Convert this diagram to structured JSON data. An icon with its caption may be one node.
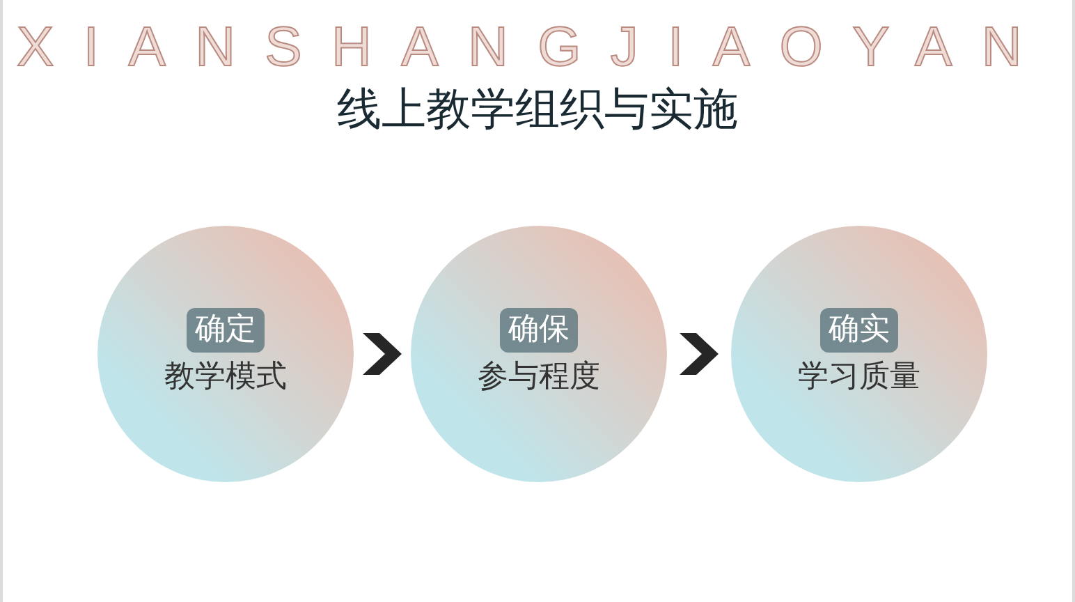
{
  "diagram": {
    "title": "线上教学组织与实施",
    "nodes": [
      {
        "text": [
          "确定",
          "教学模式"
        ]
      },
      {
        "text": [
          "确保",
          "参与程度"
        ]
      },
      {
        "text": [
          "确实",
          "学习质量"
        ]
      }
    ],
    "edges": [
      {
        "from": 0,
        "to": 1,
        "arrow": "to"
      },
      {
        "from": 1,
        "to": 2,
        "arrow": "to"
      }
    ],
    "labels": [
      "XIANSHANGJIAOYAN"
    ]
  }
}
